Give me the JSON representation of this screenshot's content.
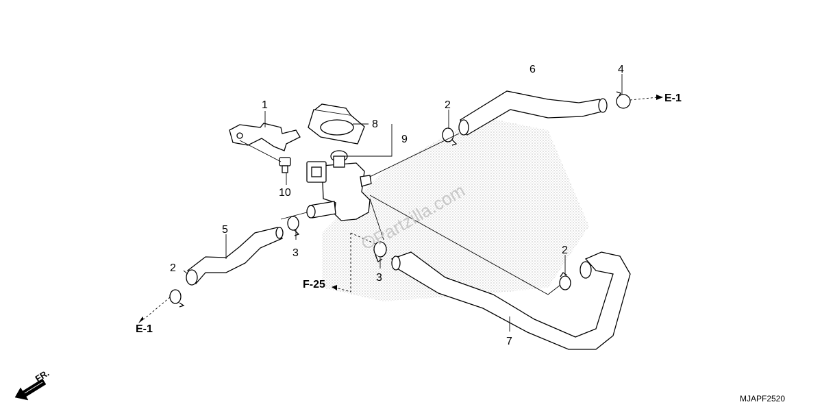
{
  "callouts": {
    "c1": "1",
    "c2a": "2",
    "c2b": "2",
    "c2c": "2",
    "c3a": "3",
    "c3b": "3",
    "c4": "4",
    "c5": "5",
    "c6": "6",
    "c7": "7",
    "c8": "8",
    "c9": "9",
    "c10": "10"
  },
  "refs": {
    "e1_right": "E-1",
    "e1_left": "E-1",
    "f25": "F-25"
  },
  "front_label": "FR.",
  "watermark": "Partzilla.com",
  "diagram_code": "MJAPF2520"
}
